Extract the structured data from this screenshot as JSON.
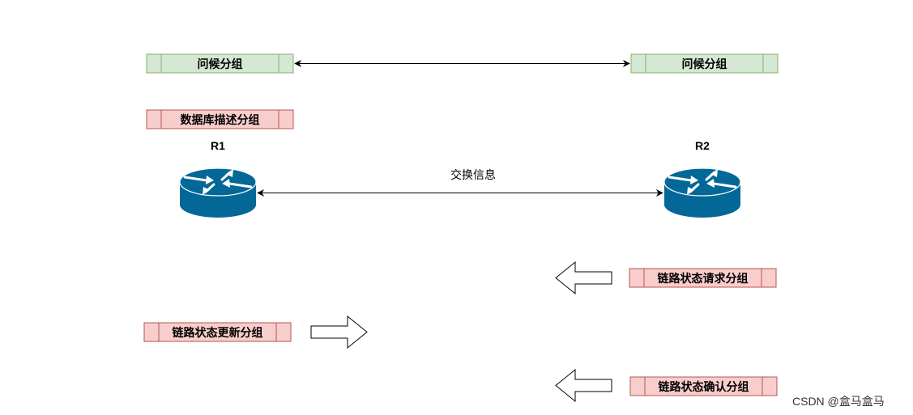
{
  "packets": {
    "hello_left": "问候分组",
    "hello_right": "问候分组",
    "db_desc": "数据库描述分组",
    "ls_request": "链路状态请求分组",
    "ls_update": "链路状态更新分组",
    "ls_ack": "链路状态确认分组"
  },
  "routers": {
    "r1": "R1",
    "r2": "R2"
  },
  "link_label": "交换信息",
  "watermark": "CSDN @盒马盒马",
  "colors": {
    "green_fill": "#d5e8d4",
    "green_stroke": "#82b366",
    "red_fill": "#f8cecc",
    "red_stroke": "#b85450",
    "router_blue": "#036897"
  }
}
